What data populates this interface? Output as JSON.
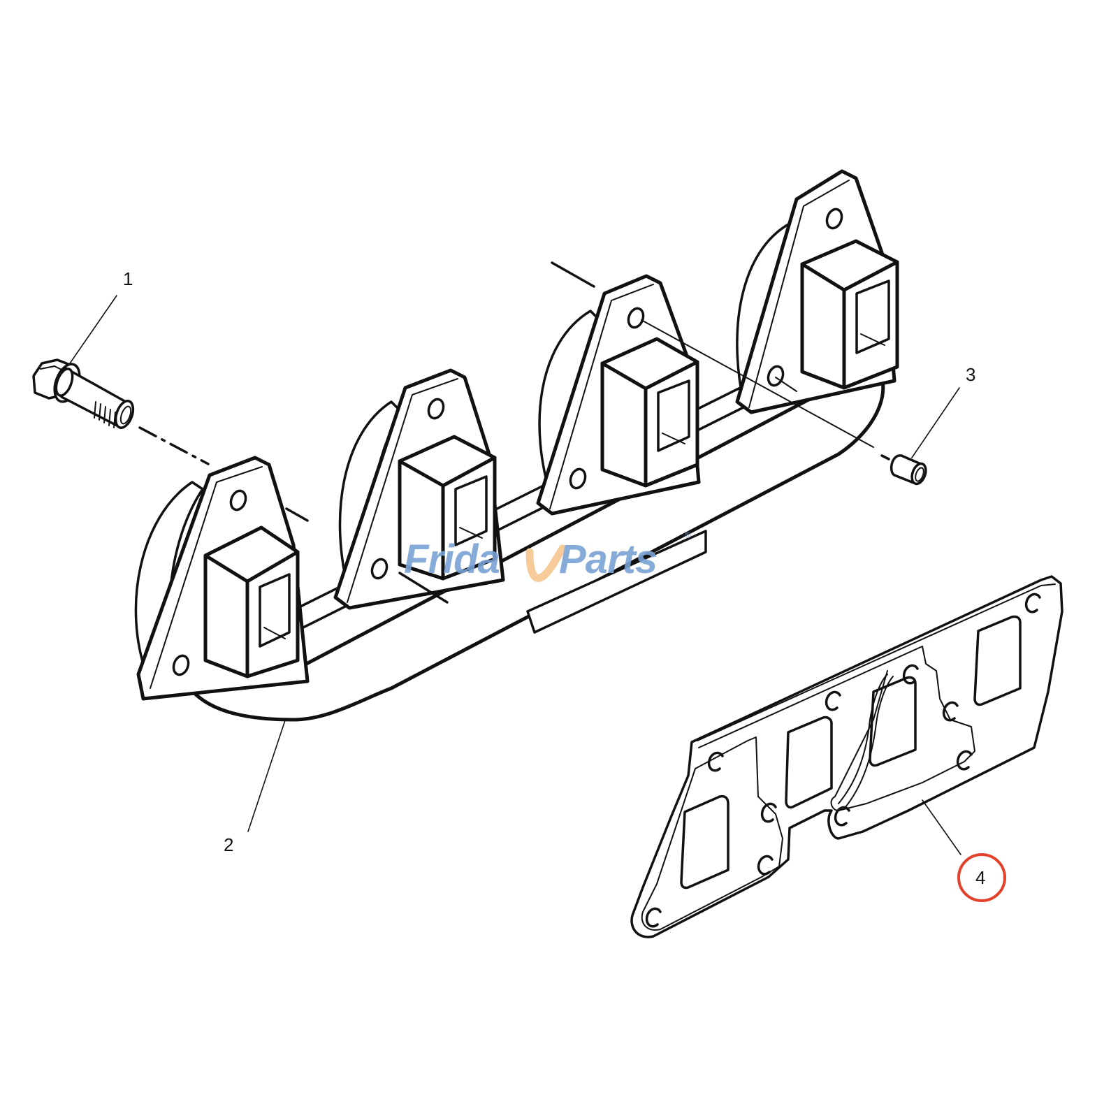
{
  "diagram": {
    "type": "exploded-parts-view",
    "subject": "exhaust manifold assembly",
    "parts": [
      {
        "callout": "1",
        "name": "bolt"
      },
      {
        "callout": "2",
        "name": "exhaust manifold"
      },
      {
        "callout": "3",
        "name": "spacer sleeve"
      },
      {
        "callout": "4",
        "name": "manifold gasket",
        "highlighted": true
      }
    ],
    "highlight_color": "#e2412b"
  },
  "labels": {
    "one": "1",
    "two": "2",
    "three": "3",
    "four": "4"
  },
  "watermark": {
    "part1": "Frida",
    "part2": "Parts",
    "mark": "®",
    "blue": "#7aa2d4",
    "orange": "#f6c58f"
  }
}
